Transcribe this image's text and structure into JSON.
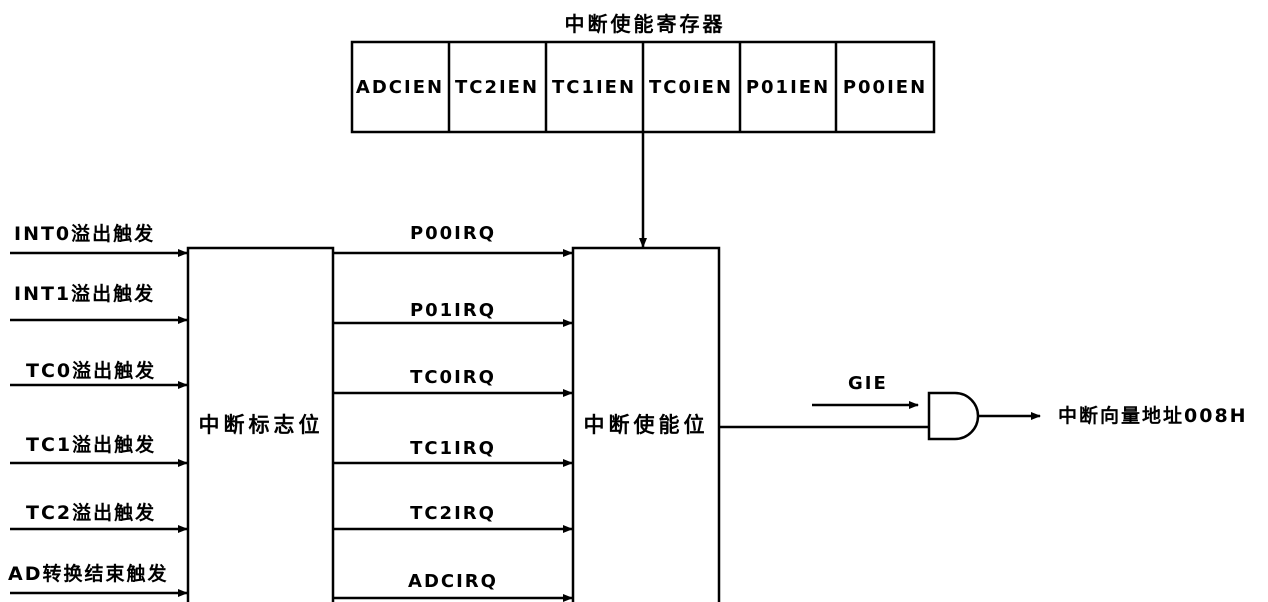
{
  "register": {
    "title": "中断使能寄存器",
    "cells": [
      "ADCIEN",
      "TC2IEN",
      "TC1IEN",
      "TC0IEN",
      "P01IEN",
      "P00IEN"
    ]
  },
  "inputs": [
    "INT0溢出触发",
    "INT1溢出触发",
    "TC0溢出触发",
    "TC1溢出触发",
    "TC2溢出触发",
    "AD转换结束触发"
  ],
  "flag_block": {
    "label": "中断标志位"
  },
  "signals": [
    "P00IRQ",
    "P01IRQ",
    "TC0IRQ",
    "TC1IRQ",
    "TC2IRQ",
    "ADCIRQ"
  ],
  "enable_block": {
    "label": "中断使能位"
  },
  "gate": {
    "input_label": "GIE"
  },
  "output": {
    "label": "中断向量地址008H"
  }
}
